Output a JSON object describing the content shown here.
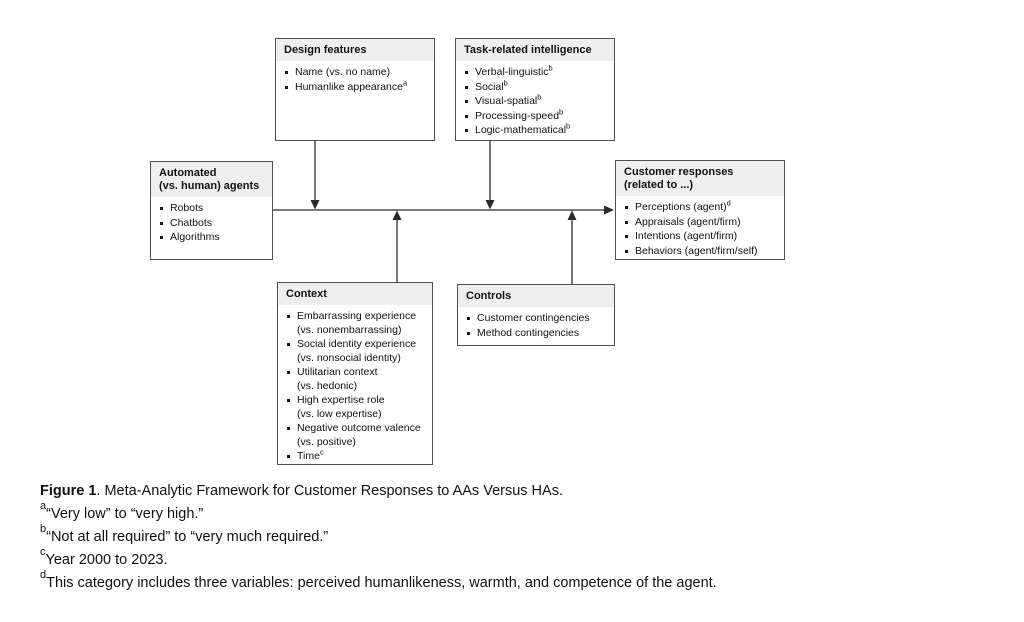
{
  "theme": {
    "box_border": "#4f4f4f",
    "header_bg": "#efefef",
    "line_color": "#2b2b2b",
    "text_color": "#111111"
  },
  "boxes": {
    "design_features": {
      "title": "Design features",
      "items": [
        {
          "text": "Name (vs. no name)"
        },
        {
          "text": "Humanlike appearance",
          "sup": "a"
        }
      ]
    },
    "task_intelligence": {
      "title": "Task-related intelligence",
      "items": [
        {
          "text": "Verbal-linguistic",
          "sup": "b"
        },
        {
          "text": "Social",
          "sup": "b"
        },
        {
          "text": "Visual-spatial",
          "sup": "b"
        },
        {
          "text": "Processing-speed",
          "sup": "b"
        },
        {
          "text": "Logic-mathematical",
          "sup": "b"
        }
      ]
    },
    "automated_agents": {
      "title": "Automated\n(vs. human) agents",
      "items": [
        {
          "text": "Robots"
        },
        {
          "text": "Chatbots"
        },
        {
          "text": "Algorithms"
        }
      ]
    },
    "customer_responses": {
      "title": "Customer responses\n(related to ...)",
      "items": [
        {
          "text": "Perceptions (agent)",
          "sup": "d"
        },
        {
          "text": "Appraisals (agent/firm)"
        },
        {
          "text": "Intentions (agent/firm)"
        },
        {
          "text": "Behaviors (agent/firm/self)"
        }
      ]
    },
    "context": {
      "title": "Context",
      "items": [
        {
          "text": "Embarrassing experience\n(vs. nonembarrassing)"
        },
        {
          "text": "Social identity experience\n(vs. nonsocial identity)"
        },
        {
          "text": "Utilitarian context\n(vs. hedonic)"
        },
        {
          "text": "High expertise role\n(vs. low expertise)"
        },
        {
          "text": "Negative outcome valence\n(vs. positive)"
        },
        {
          "text": "Time",
          "sup": "c"
        }
      ]
    },
    "controls": {
      "title": "Controls",
      "items": [
        {
          "text": "Customer contingencies"
        },
        {
          "text": "Method contingencies"
        }
      ]
    }
  },
  "caption": {
    "label": "Figure 1",
    "rest": ". Meta-Analytic Framework for Customer Responses to AAs Versus HAs."
  },
  "footnotes": [
    {
      "sup": "a",
      "text": "“Very low” to “very high.”"
    },
    {
      "sup": "b",
      "text": "“Not at all required” to “very much required.”"
    },
    {
      "sup": "c",
      "text": "Year 2000 to 2023."
    },
    {
      "sup": "d",
      "text": "This category includes three variables: perceived humanlikeness, warmth, and competence of the agent."
    }
  ]
}
